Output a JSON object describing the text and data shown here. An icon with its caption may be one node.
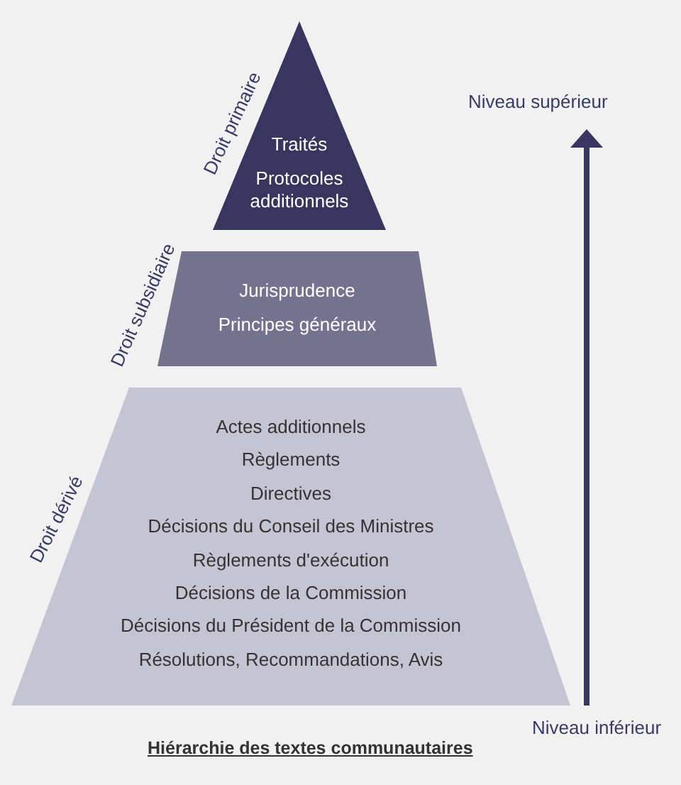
{
  "diagram": {
    "caption": "Hiérarchie des textes communautaires",
    "nodes": [
      {
        "text": [
          "Traités",
          "Protocoles additionnels"
        ],
        "beside": [
          "Droit primaire"
        ]
      },
      {
        "text": [
          "Jurisprudence",
          "Principes généraux"
        ],
        "beside": [
          "Droit subsidiaire"
        ]
      },
      {
        "text": [
          "Actes additionnels",
          "Règlements",
          "Directives",
          "Décisions du Conseil des Ministres",
          "Règlements d'exécution",
          "Décisions de la Commission",
          "Décisions du Président de la Commission",
          "Résolutions, Recommandations, Avis"
        ],
        "beside": [
          "Droit dérivé"
        ]
      }
    ],
    "labels": [
      "Niveau supérieur",
      "Niveau inférieur"
    ]
  }
}
